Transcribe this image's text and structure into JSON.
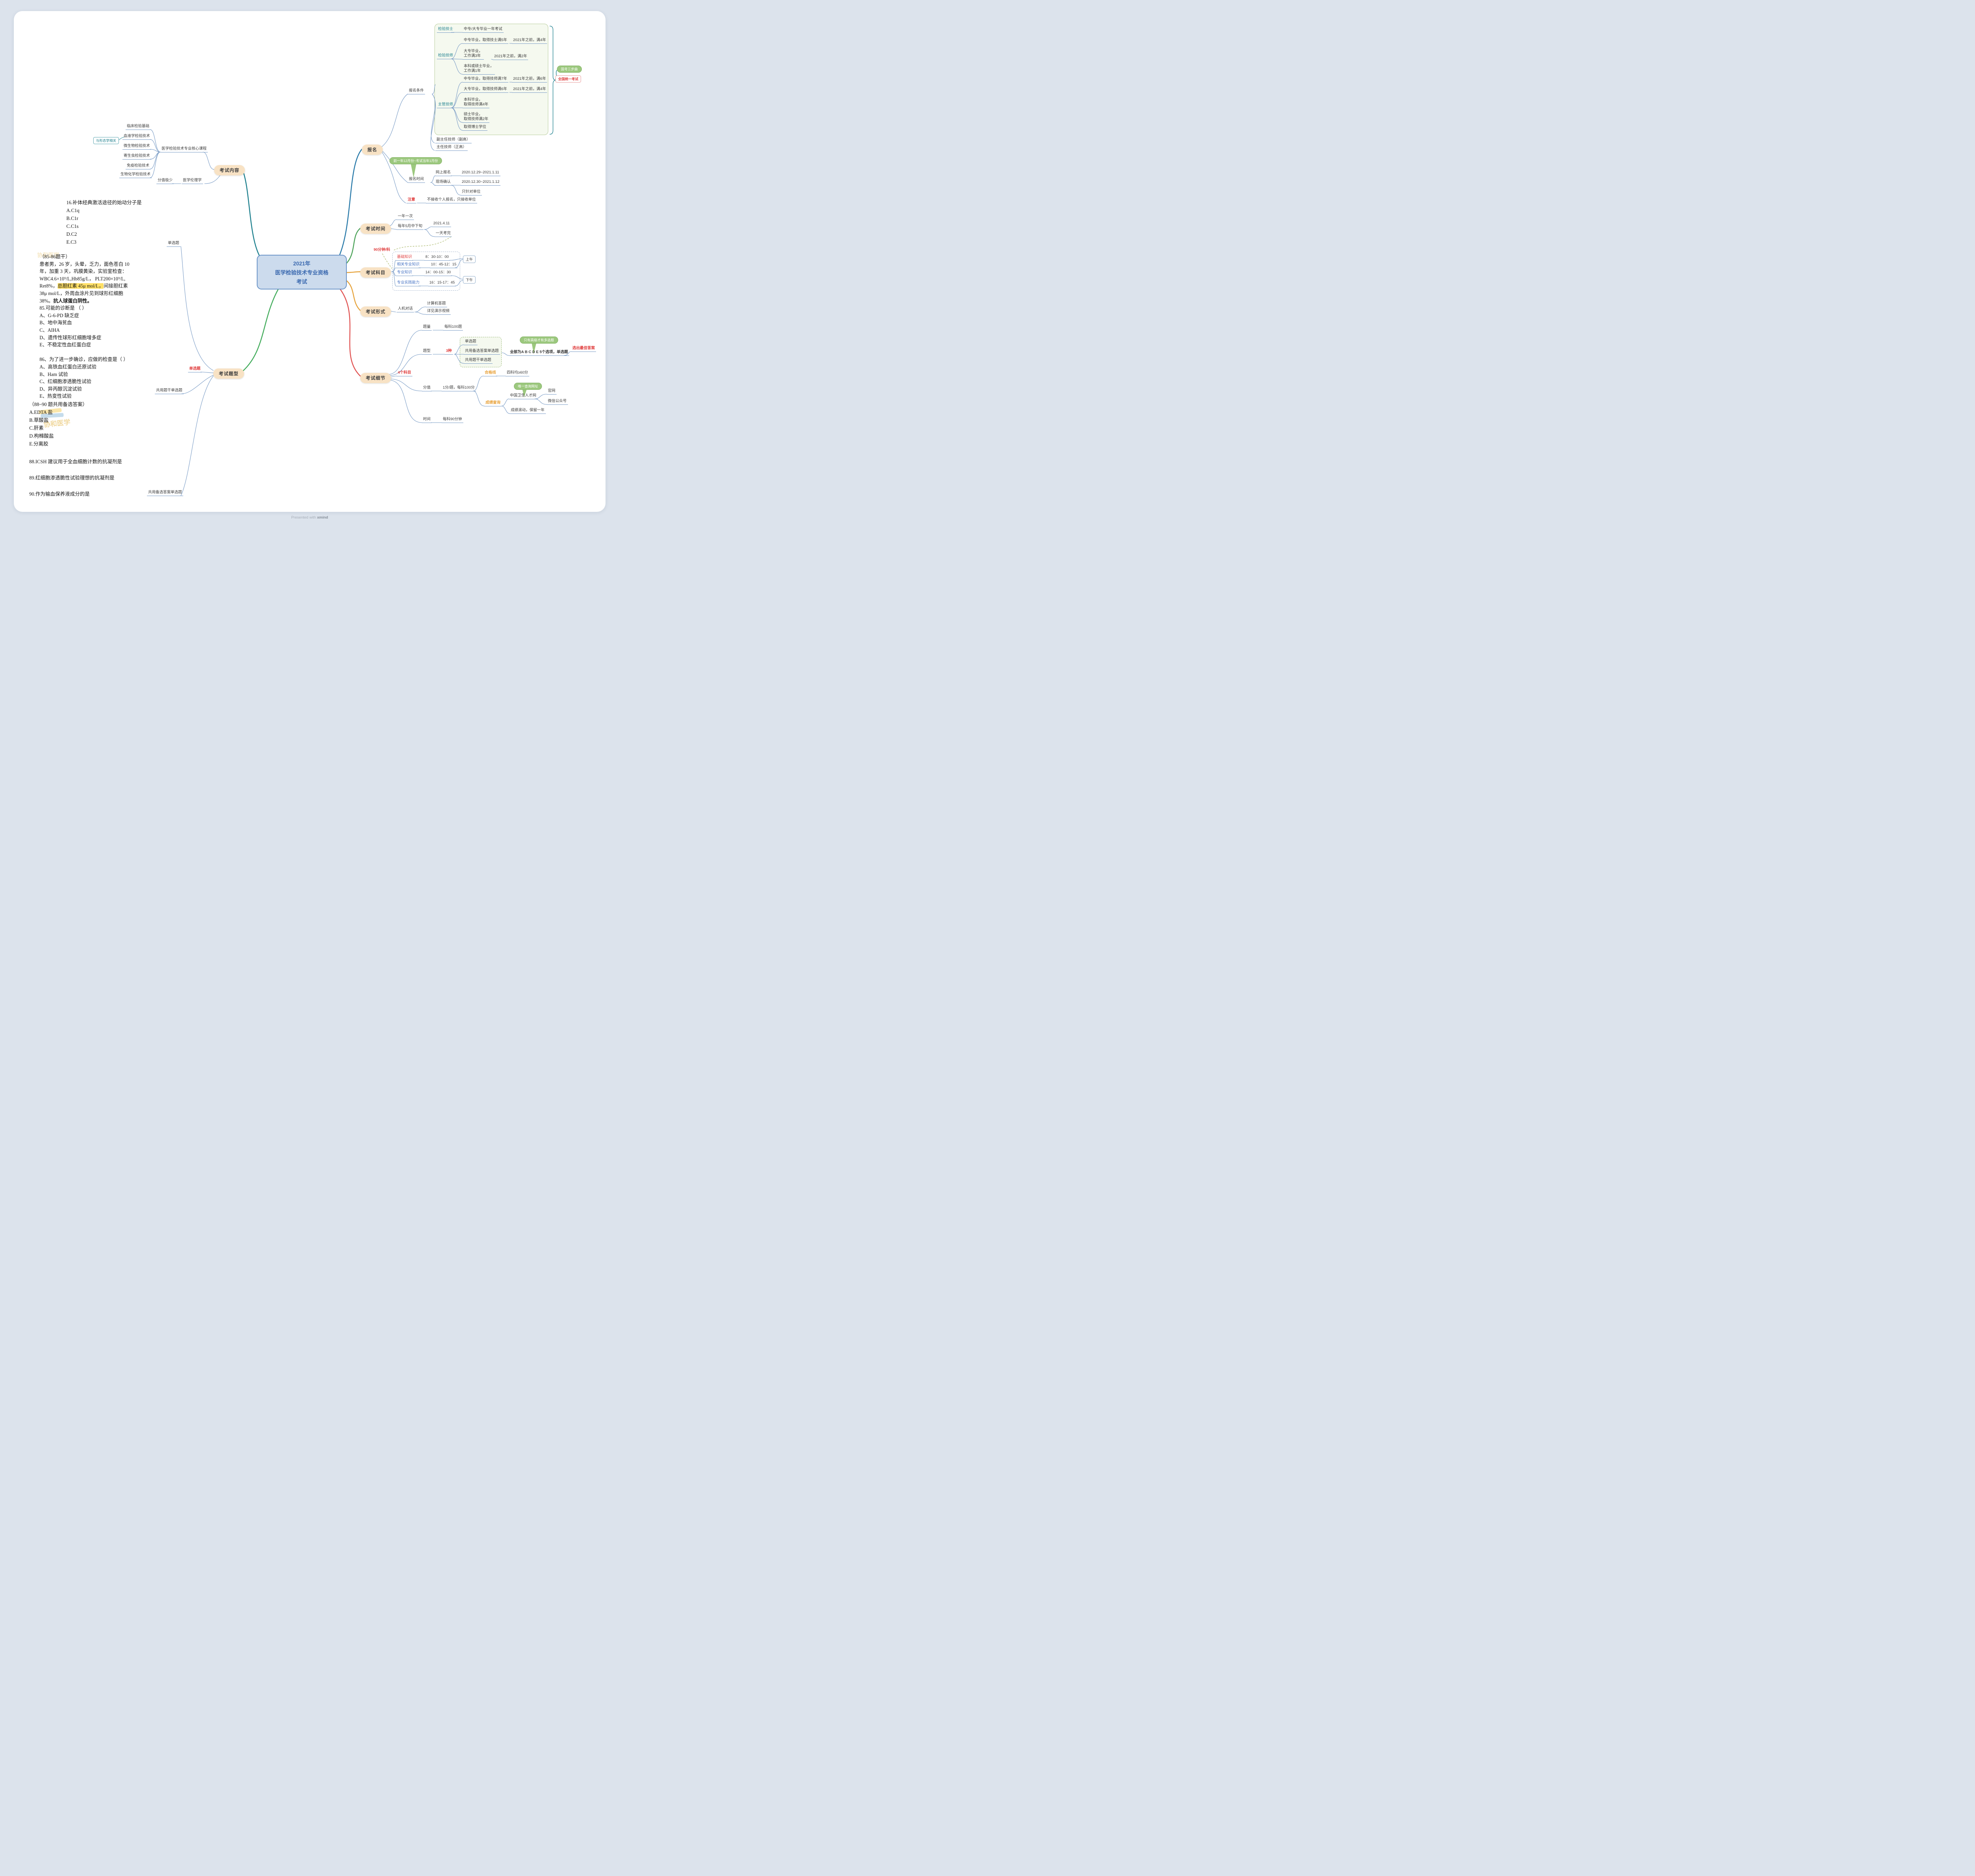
{
  "canvas": {
    "footer_prefix": "Presented with",
    "footer_brand": "xmind",
    "watermark_text": "协和医学"
  },
  "central": {
    "line1": "2021年",
    "line2": "医学检验技术专业资格",
    "line3": "考试"
  },
  "content": {
    "node_label": "考试内容",
    "morphology_tag": "与形态学相关",
    "core_course": "医学检验技术专业核心课程",
    "courses": [
      "临床检验基础",
      "血液学检验技术",
      "微生物检验技术",
      "寄生虫检验技术",
      "免疫检验技术",
      "生物化学检验技术"
    ],
    "ethics_note": "分值极少",
    "ethics": "医学伦理学"
  },
  "signup": {
    "node_label": "报名",
    "condition_label": "报名条件",
    "technician_label": "检验技士",
    "technician_req": "中专/大专毕业一年考试",
    "junior_label": "检验技师",
    "junior_reqs": [
      {
        "text": "中专毕业，取得技士满5年",
        "note": "2021年之前，满4年"
      },
      {
        "text": "大专毕业，\n工作满3年",
        "note": "2021年之前，满2年"
      },
      {
        "text": "本科或硕士毕业，\n工作满1年",
        "note": ""
      }
    ],
    "senior_label": "主管技师",
    "senior_reqs": [
      {
        "text": "中专毕业，取得技师满7年",
        "note": "2021年之前，满6年"
      },
      {
        "text": "大专毕业，取得技师满6年",
        "note": "2021年之前，满4年"
      },
      {
        "text": "本科毕业，\n取得技师满4年",
        "note": ""
      },
      {
        "text": "硕士毕业，\n取得技师满2年",
        "note": ""
      },
      {
        "text": "取得博士学位",
        "note": ""
      }
    ],
    "national_pill": "国考三步曲",
    "national_exam": "全国统一考试",
    "deputy_chief": "副主任技师（副高）",
    "chief": "主任技师（正高）",
    "time_label": "报名时间",
    "time_bubble": "前一年12月份~考试当年1月份",
    "online_label": "网上报名",
    "online_date": "2020.12.29~2021.1.11",
    "onsite_label": "现场确认",
    "onsite_date": "2020.12.30~2021.1.12",
    "onsite_note": "只针对单位",
    "notice_label": "注意",
    "notice_text": "不接收个人报名，只接收单位"
  },
  "exam_time": {
    "node_label": "考试时间",
    "once": "一年一次",
    "may": "每年5月中下旬",
    "date_2021": "2021.4.11",
    "one_day": "一天考完"
  },
  "subjects": {
    "node_label": "考试科目",
    "duration_tag": "90分钟/科",
    "items": [
      {
        "name": "基础知识",
        "time": "8：30-10：00"
      },
      {
        "name": "相关专业知识",
        "time": "10：45-12：15"
      },
      {
        "name": "专业知识",
        "time": "14：00-15：30"
      },
      {
        "name": "专业实践能力",
        "time": "16：15-17：45"
      }
    ],
    "morning": "上午",
    "afternoon": "下午"
  },
  "exam_form": {
    "node_label": "考试形式",
    "mode": "人机对话",
    "computer": "计算机答题",
    "video": "详见演示视频"
  },
  "details": {
    "node_label": "考试细节",
    "quantity_label": "题量",
    "quantity_value": "每科100题",
    "type_label": "题型",
    "type_count": "3种",
    "types": [
      "单选题",
      "共用备选答案单选题",
      "共用题干单选题"
    ],
    "all_note": "全部为A B C D E 5个选项，单选题",
    "best_answer": "选出最佳答案",
    "senior_pill": "只有高级才有多选题",
    "four_subjects": "4个科目",
    "score_label": "分值",
    "score_value": "1分/题，每科100分",
    "pass_label": "合格线",
    "pass_value": "四科均≥60分",
    "query_label": "成绩查询",
    "query_pill": "唯一查询网址",
    "site": "中国卫生人才网",
    "official": "官网",
    "wechat": "微信公众号",
    "rolling": "成绩滚动，保留一年",
    "time_label": "时间",
    "time_value": "每科90分钟"
  },
  "question_types": {
    "node_label": "考试题型",
    "single_label_top": "单选题",
    "single_label_red": "单选题",
    "shared_stem_label": "共用题干单选题",
    "shared_answer_label": "共用备选答案单选题",
    "q16_stem": "16.补体经典激活途径的始动分子是",
    "q16_options": [
      "A.C1q",
      "B.C1r",
      "C.C1s",
      "D.C2",
      "E.C3"
    ],
    "q85_header": "（85-86题干）",
    "q85_body_1": "患者男，26 岁，头晕，乏力，面色苍白 10",
    "q85_body_2": "年，加重 3 天，巩膜黄染，实验室检查：",
    "q85_body_3": "WBC4.6×10⁹/L,Hb85g/L， PLT200×10⁹/L,",
    "q85_body_4a": "Ret8%，",
    "q85_body_4b": "总胆红素 45μ mol/L，",
    "q85_body_4c": "间接胆红素",
    "q85_body_5": "38μ mol/L，外周血涂片见到球形红细胞",
    "q85_body_6a": "38%。",
    "q85_body_6b": "抗人球蛋白阴性。",
    "q85_stem": "85.可能的诊断是 （ ）",
    "q85_options": [
      "A、G-6-PD 缺乏症",
      "B、地中海贫血",
      "C、AIHA",
      "D、遗传性球形红细胞增多症",
      "E、不稳定性血红蛋白症"
    ],
    "q86_stem": "86、为了进一步确诊，应做的检查是（  ）",
    "q86_options": [
      "A、高铁血红蛋白还原试验",
      "B、Ham 试验",
      "C、红细胞渗透脆性试验",
      "D、异丙醇沉淀试验",
      "E、热变性试验"
    ],
    "q88_header": "（88~90 题共用备选答案）",
    "q88_options": [
      "A.EDTA 盐",
      "B.草酸盐",
      "C.肝素",
      "D.枸橼酸盐",
      "E.分离胶"
    ],
    "q88_stem": "88.ICSH 建议用于全血细胞计数的抗凝剂是",
    "q89_stem": "89.红细胞渗透脆性试验理想的抗凝剂是",
    "q90_stem": "90.作为输血保养液成分的是"
  }
}
